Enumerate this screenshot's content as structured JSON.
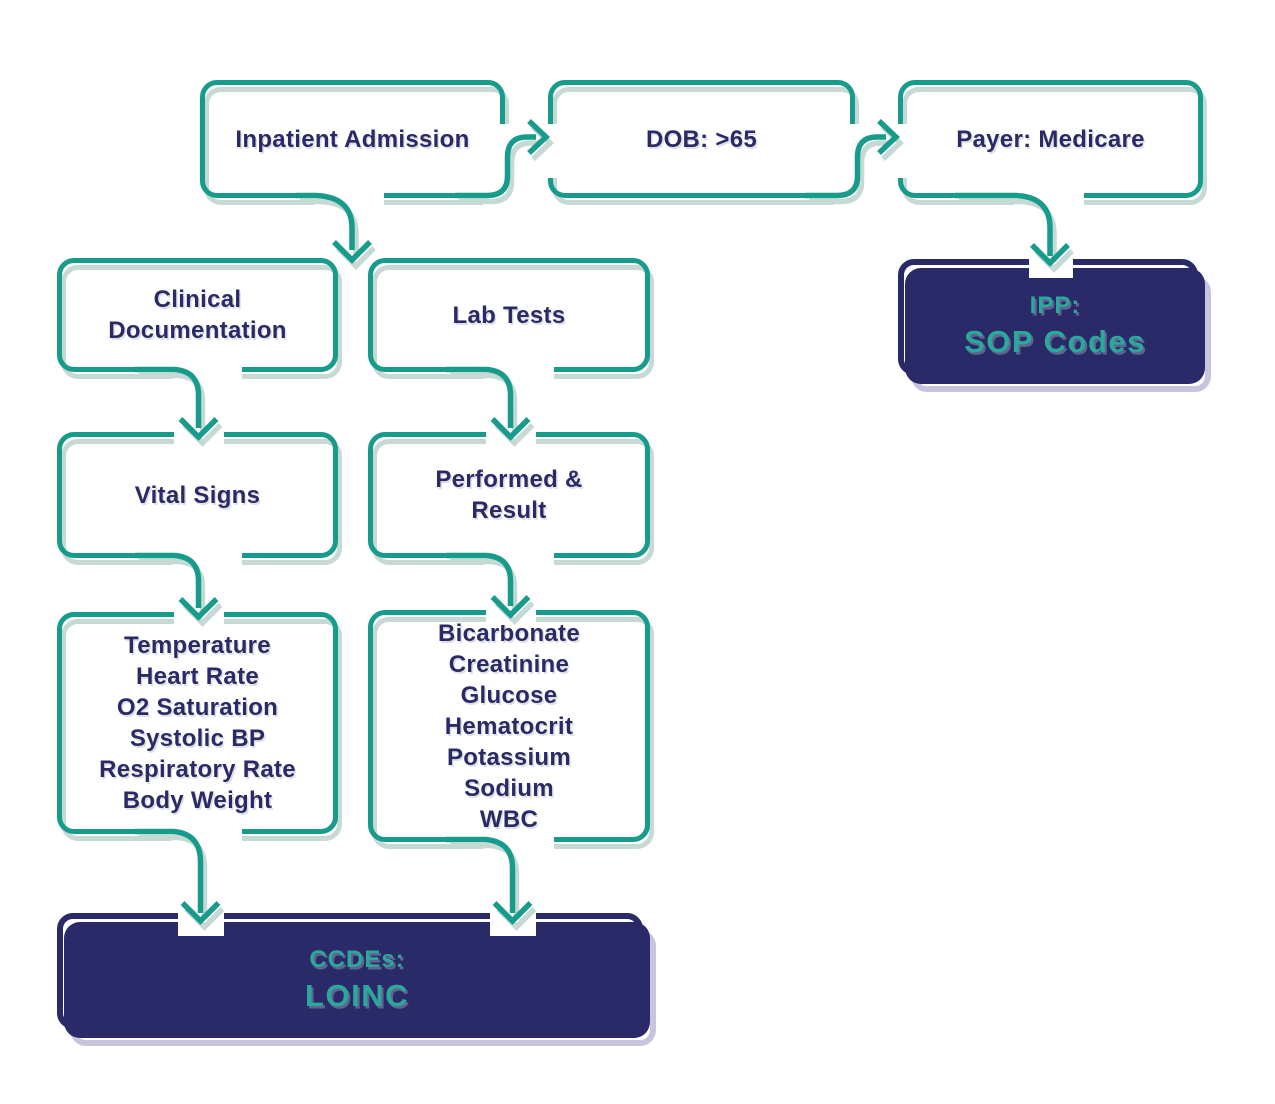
{
  "diagram": {
    "type": "flowchart",
    "colors": {
      "outline_teal": "#179c8c",
      "outline_shadow": "#c7d9d5",
      "text_navy": "#2b2a66",
      "terminal_fill_navy": "#2b2a68",
      "terminal_shadow_lavender": "#c8c4dd",
      "terminal_text_teal": "#2aa89b",
      "background": "#ffffff"
    }
  },
  "nodes": {
    "inpatient": {
      "label": "Inpatient Admission"
    },
    "dob": {
      "label": "DOB: >65"
    },
    "payer": {
      "label": "Payer: Medicare"
    },
    "ipp": {
      "title": "IPP:",
      "subtitle": "SOP Codes"
    },
    "clinical": {
      "lines": [
        "Clinical",
        "Documentation"
      ]
    },
    "lab_tests": {
      "label": "Lab Tests"
    },
    "vital_signs": {
      "label": "Vital Signs"
    },
    "performed": {
      "lines": [
        "Performed &",
        "Result"
      ]
    },
    "vitals_list": {
      "lines": [
        "Temperature",
        "Heart Rate",
        "O2 Saturation",
        "Systolic BP",
        "Respiratory Rate",
        "Body Weight"
      ]
    },
    "labs_list": {
      "lines": [
        "Bicarbonate",
        "Creatinine",
        "Glucose",
        "Hematocrit",
        "Potassium",
        "Sodium",
        "WBC"
      ]
    },
    "ccde": {
      "title": "CCDEs:",
      "subtitle": "LOINC"
    }
  },
  "edges": [
    {
      "from": "inpatient",
      "to": "dob"
    },
    {
      "from": "dob",
      "to": "payer"
    },
    {
      "from": "payer",
      "to": "ipp"
    },
    {
      "from": "inpatient",
      "to": "clinical / lab_tests"
    },
    {
      "from": "clinical",
      "to": "vital_signs"
    },
    {
      "from": "vital_signs",
      "to": "vitals_list"
    },
    {
      "from": "lab_tests",
      "to": "performed"
    },
    {
      "from": "performed",
      "to": "labs_list"
    },
    {
      "from": "vitals_list",
      "to": "ccde"
    },
    {
      "from": "labs_list",
      "to": "ccde"
    }
  ]
}
